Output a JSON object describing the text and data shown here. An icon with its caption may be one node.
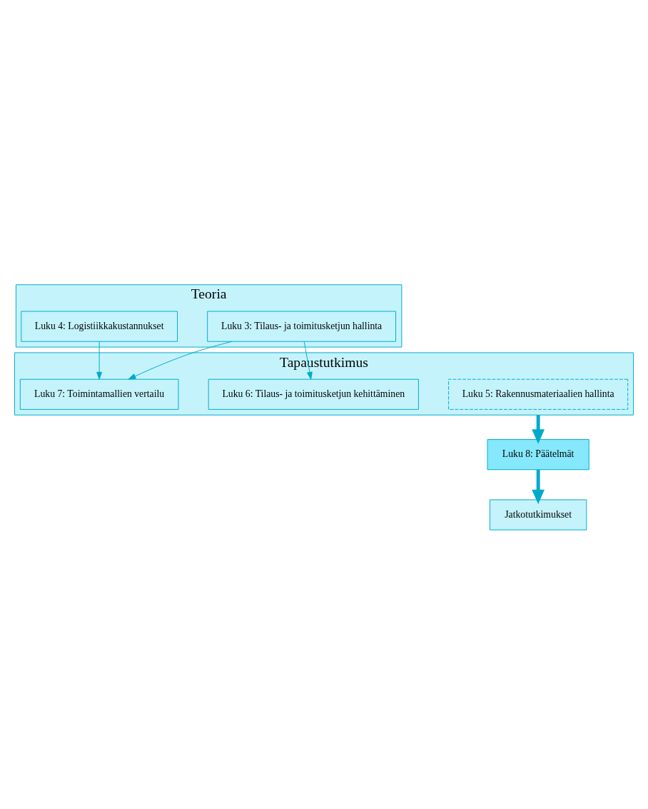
{
  "diagram": {
    "nodes": [
      {
        "text": [
          "Teoria"
        ]
      },
      {
        "text": [
          "Luku 3: Tilaus- ja toimitusketjun hallinta"
        ],
        "in": 0
      },
      {
        "text": [
          "Luku 4: Logistiikkakustannukset"
        ],
        "in": 0
      },
      {
        "text": [
          "Tapaustutkimus"
        ]
      },
      {
        "text": [
          "Luku 5: Rakennusmateriaalien hallinta"
        ],
        "in": 3
      },
      {
        "text": [
          "Luku 6: Tilaus- ja toimitusketjun kehittäminen"
        ],
        "in": 3
      },
      {
        "text": [
          "Luku 7: Toimintamallien vertailu"
        ],
        "in": 3
      },
      {
        "text": [
          "Luku 8: Päätelmät"
        ]
      },
      {
        "text": [
          "Jatkotutkimukset"
        ]
      }
    ],
    "edges": [
      {
        "from": 1,
        "to": 5,
        "arrow": "to"
      },
      {
        "from": 1,
        "to": 6,
        "arrow": "to"
      },
      {
        "from": 2,
        "to": 6,
        "arrow": "to"
      },
      {
        "from": 3,
        "to": 7,
        "arrow": "to",
        "style": "thick"
      },
      {
        "from": 7,
        "to": 8,
        "arrow": "to",
        "style": "thick"
      }
    ]
  }
}
